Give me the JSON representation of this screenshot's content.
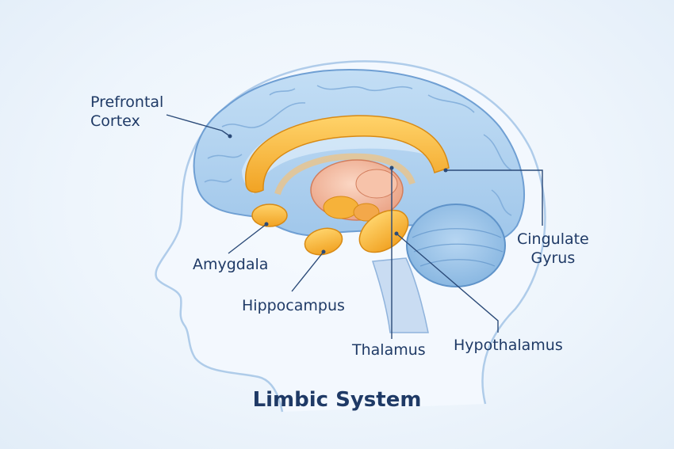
{
  "title": "Limbic System",
  "labels": {
    "prefrontal_cortex": [
      "Prefrontal",
      "Cortex"
    ],
    "cingulate_gyrus": [
      "Cingulate",
      "Gyrus"
    ],
    "amygdala": "Amygdala",
    "hippocampus": "Hippocampus",
    "thalamus": "Thalamus",
    "hypothalamus": "Hypothalamus"
  },
  "colors": {
    "label_text": "#1f3a66",
    "brain_blue": "#a9cdee",
    "limbic_orange": "#f5b43a",
    "thalamus_pink": "#f2b59a",
    "background": "#eef5fc"
  }
}
